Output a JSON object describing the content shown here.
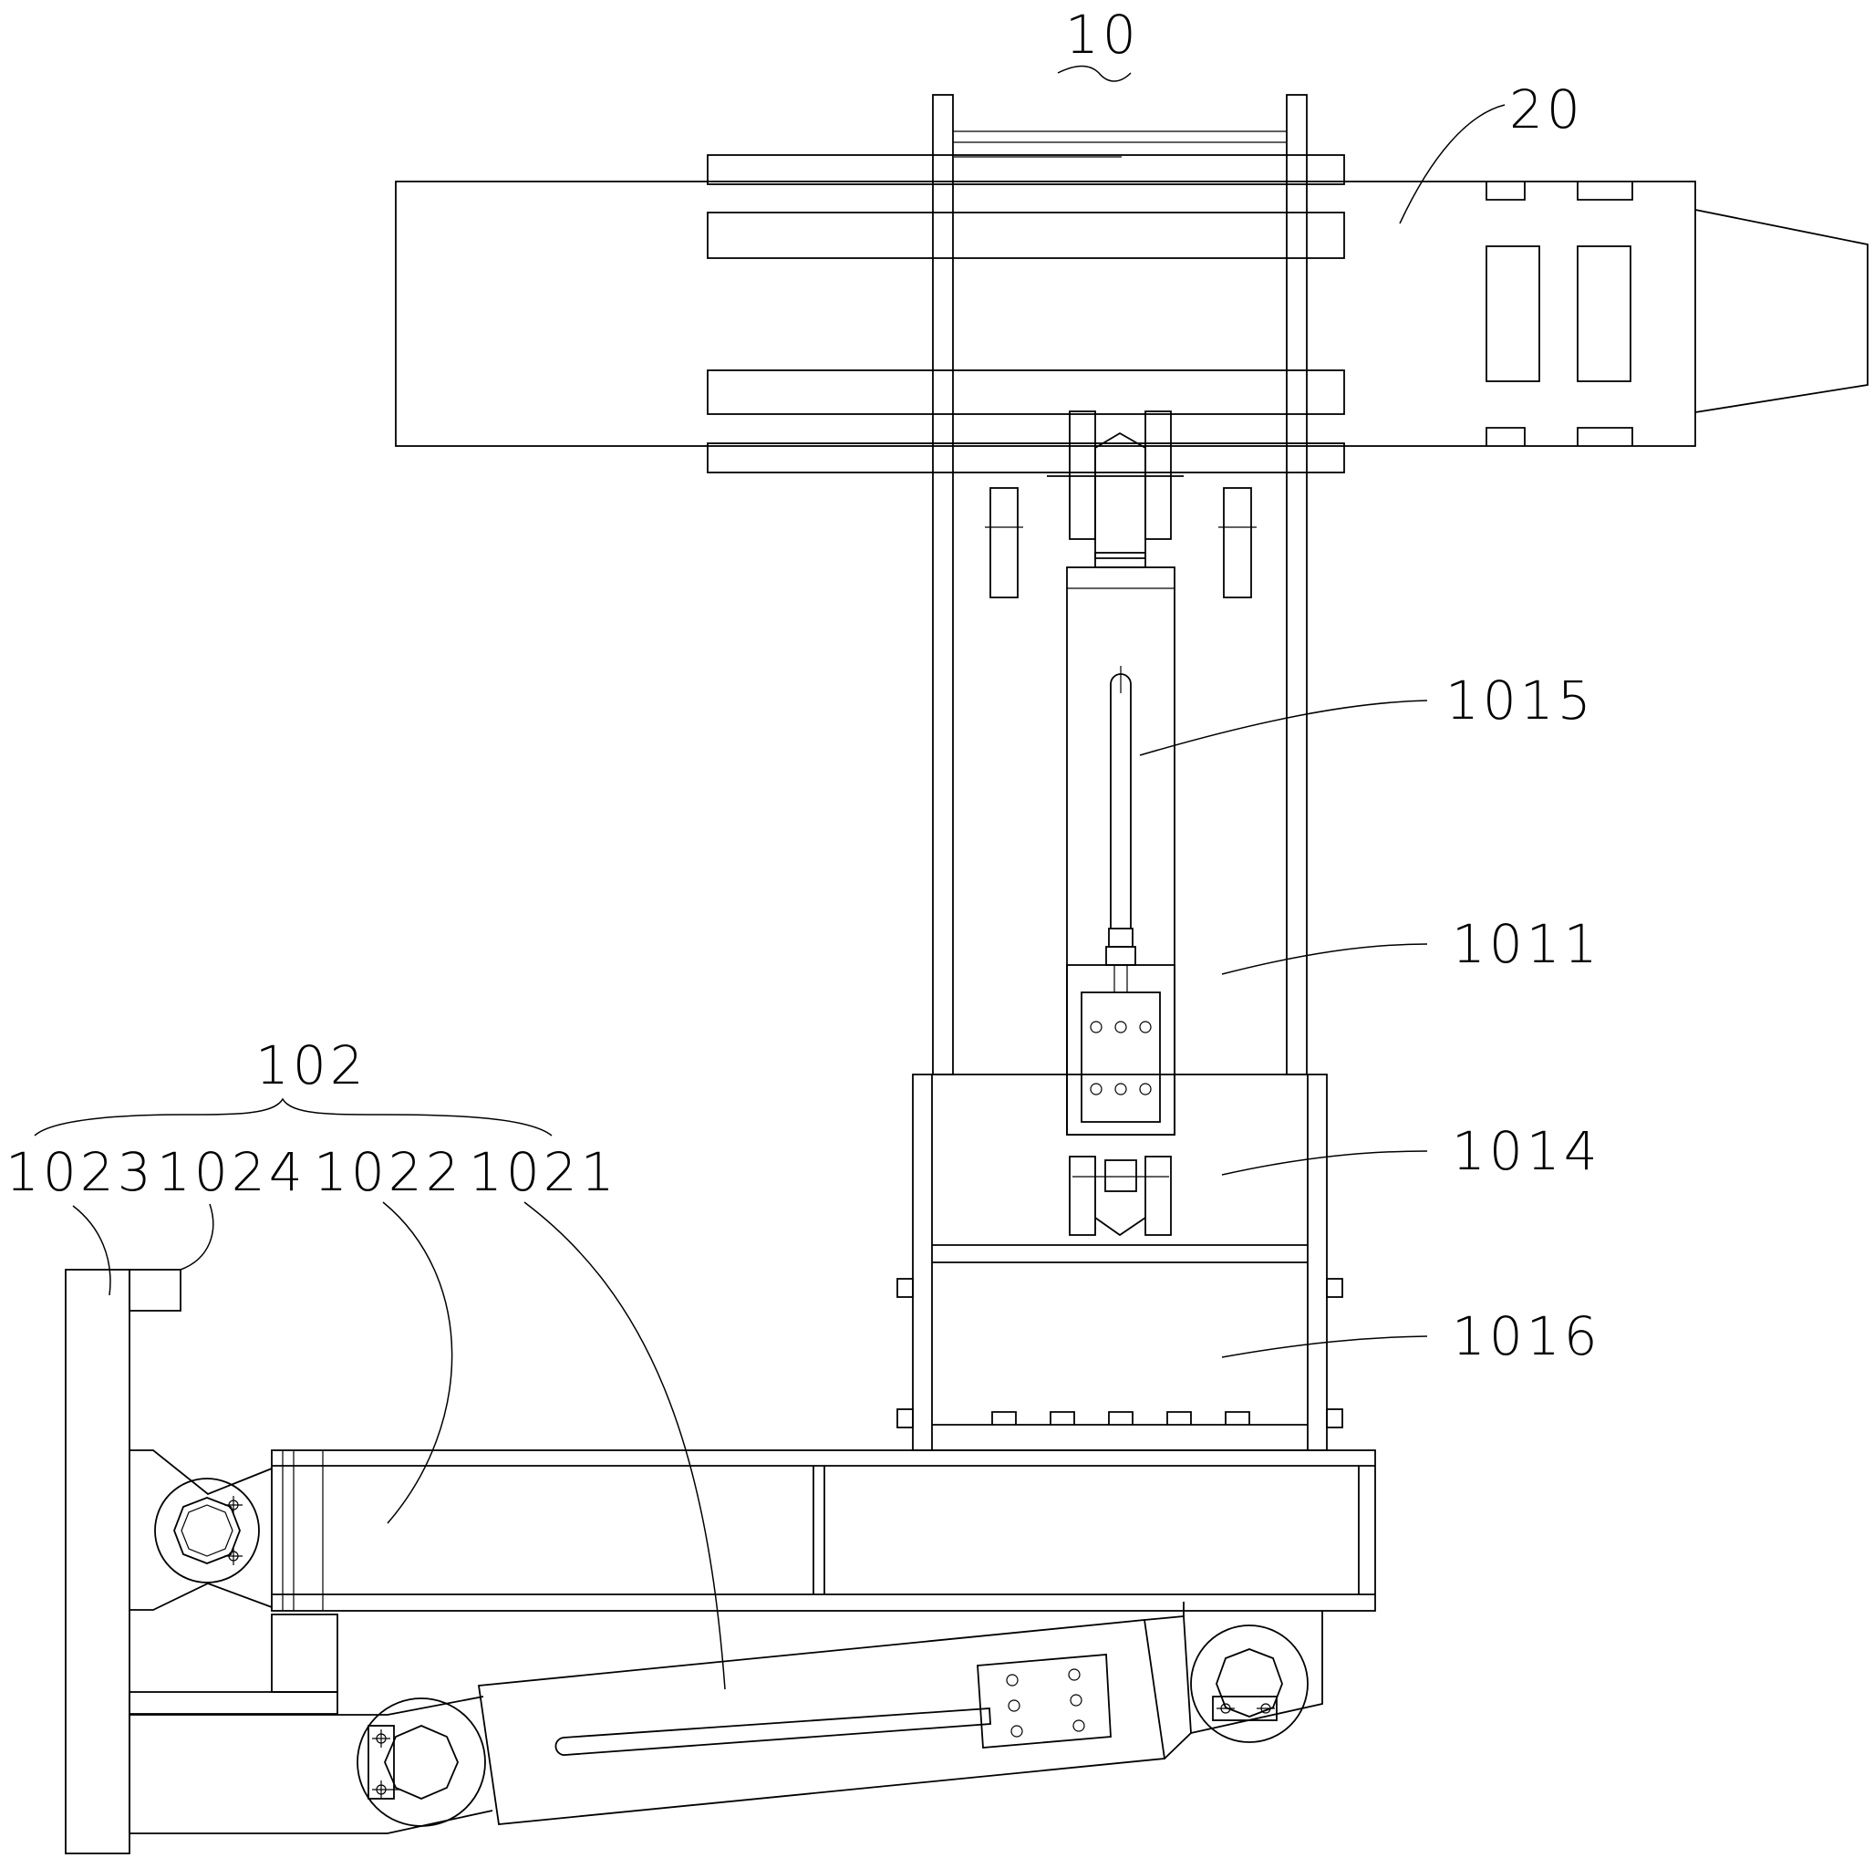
{
  "labels": {
    "l10": "10",
    "l20": "20",
    "l1015": "1015",
    "l1011": "1011",
    "l1014": "1014",
    "l1016": "1016",
    "l102": "102",
    "l1023": "1023",
    "l1024": "1024",
    "l1022": "1022",
    "l1021": "1021"
  }
}
